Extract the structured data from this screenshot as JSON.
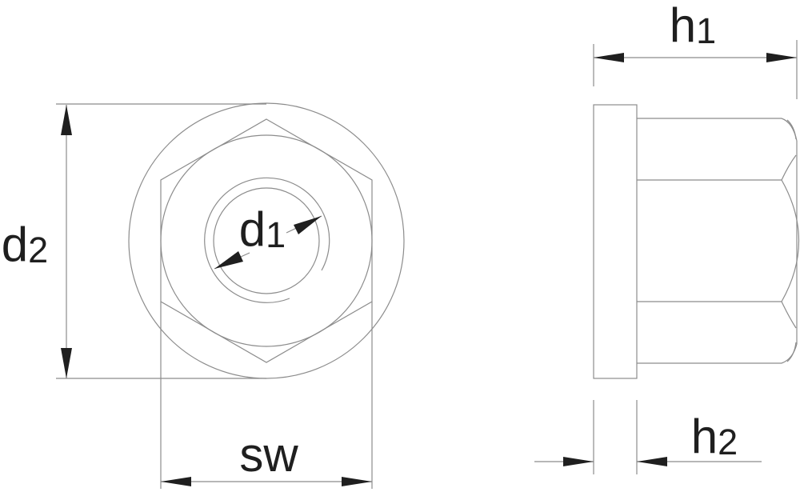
{
  "drawing": {
    "kind": "two-view technical drawing of a hexagon flange nut",
    "views": [
      "front view",
      "side view"
    ]
  },
  "labels": {
    "d1": {
      "main": "d",
      "sub": "1"
    },
    "d2": {
      "main": "d",
      "sub": "2"
    },
    "sw": {
      "main": "sw",
      "sub": ""
    },
    "h1": {
      "main": "h",
      "sub": "1"
    },
    "h2": {
      "main": "h",
      "sub": "2"
    }
  },
  "colors": {
    "background": "#ffffff",
    "line": "#8c8c8c",
    "text": "#1f1f1f"
  }
}
